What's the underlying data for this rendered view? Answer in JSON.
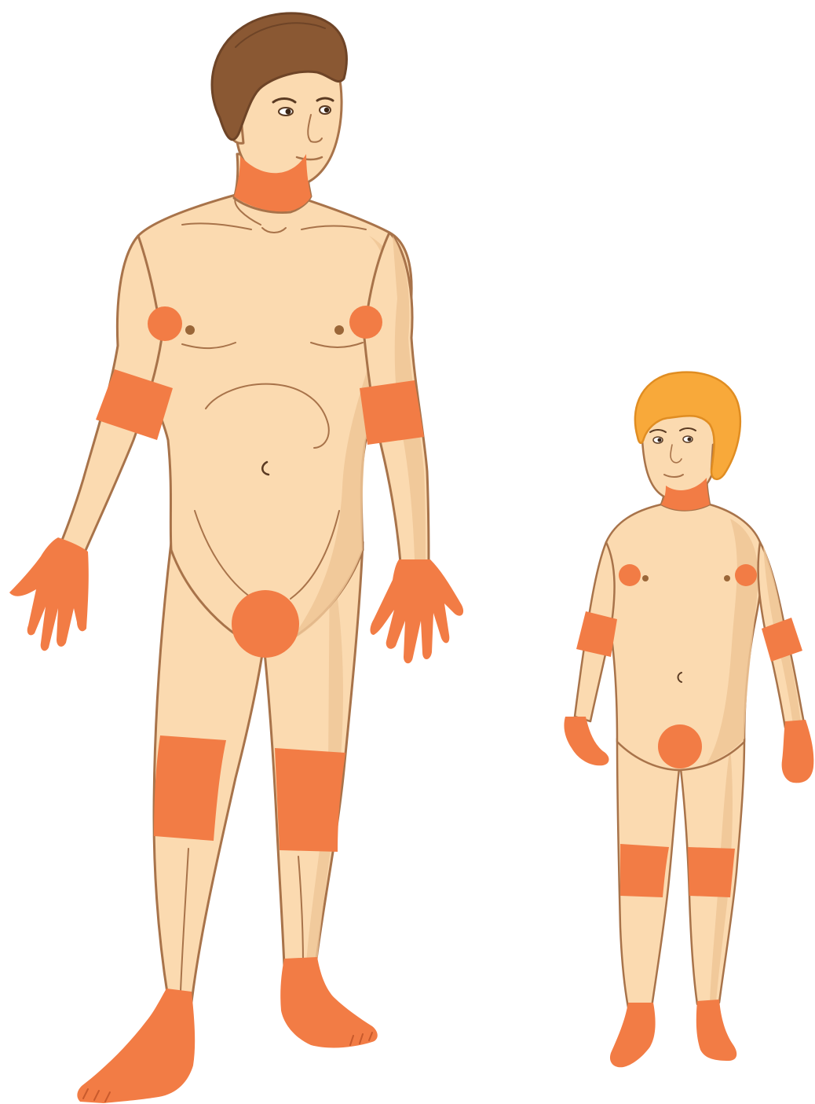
{
  "figures": [
    {
      "id": "adult",
      "hair": "brown"
    },
    {
      "id": "child",
      "hair": "orange-blond"
    }
  ],
  "colors": {
    "skin": "#fbdab0",
    "skin_shadow": "#efc597",
    "outline": "#a8734a",
    "highlight_zone": "#f27c45",
    "hair_adult": "#8a5833",
    "hair_adult_dark": "#6e4427",
    "hair_child": "#f8a93a",
    "hair_child_dark": "#e08d22",
    "nipple": "#9a6638",
    "background": "#ffffff"
  },
  "highlighted_regions": [
    "neck",
    "armpits",
    "elbows",
    "hands",
    "groin",
    "knees",
    "feet"
  ]
}
